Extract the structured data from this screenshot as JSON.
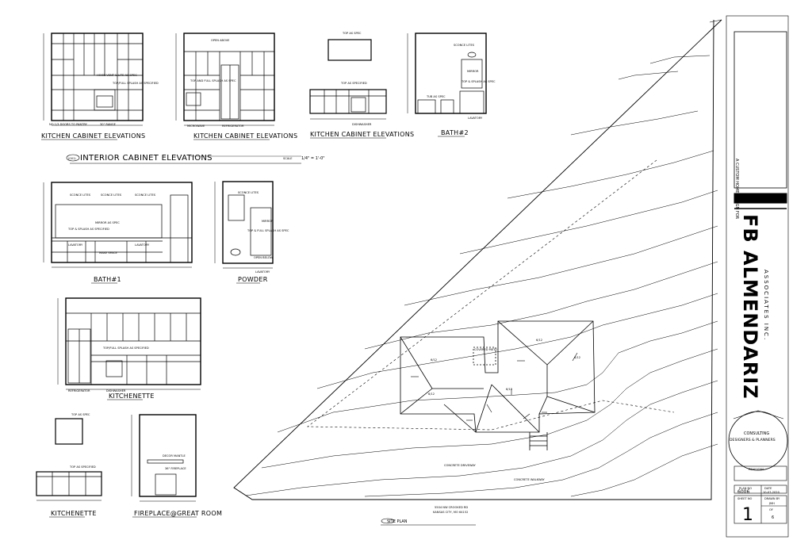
{
  "elevations": {
    "kitchen_1": {
      "title": "KITCHEN CABINET ELEVATIONS",
      "notes": [
        "HOOD VENT & LITE AS SPEC",
        "TOP/FULL SPLASH AS SPECIFIED",
        "NO 1/3 DOORS TO PANTRY",
        "30\" RANGE"
      ]
    },
    "kitchen_2": {
      "title": "KITCHEN CABINET ELEVATIONS",
      "notes": [
        "OPEN ABOVE",
        "TOP AND FULL SPLASH AS SPEC",
        "MICROWAVE",
        "REFRIGERATOR"
      ]
    },
    "kitchen_3": {
      "title": "KITCHEN CABINET ELEVATIONS",
      "notes": [
        "TOP AS SPEC",
        "TOP AS SPECIFIED",
        "DISHWASHER"
      ]
    },
    "bath_2": {
      "title": "BATH#2",
      "notes": [
        "SCONCE LITES",
        "MIRROR",
        "TOP & SPLASH AS SPEC",
        "TUB AS SPEC",
        "LAVATORY"
      ]
    },
    "bath_1": {
      "title": "BATH#1",
      "notes": [
        "SCONCE LITES",
        "MIRROR AS SPEC",
        "TOP & SPLASH AS SPECIFIED",
        "LAVATORY",
        "MAKE SPACE"
      ]
    },
    "powder": {
      "title": "POWDER",
      "notes": [
        "SCONCE LITES",
        "MIRROR",
        "TOP & FULL SPLASH AS SPEC",
        "OPEN BELOW",
        "LAVATORY"
      ]
    },
    "kitchenette_1": {
      "title": "KITCHENETTE",
      "notes": [
        "TOP/FULL SPLASH AS SPECIFIED",
        "REFRIGERATOR",
        "DISHWASHER"
      ]
    },
    "kitchenette_2": {
      "title": "KITCHENETTE",
      "notes": [
        "TOP AS SPEC",
        "TOP AS SPECIFIED"
      ]
    },
    "fireplace": {
      "title": "FIREPLACE@GREAT ROOM",
      "notes": [
        "DECOR MANTLE",
        "36\" FIREPLACE"
      ]
    }
  },
  "section_title": {
    "tag": "(001)",
    "text": "INTERIOR CABINET ELEVATIONS",
    "scale_label": "SCALE",
    "scale": "1/4\" = 1'-0\""
  },
  "site_plan": {
    "title": "SITE PLAN",
    "address_line1": "5504 NW CROOKED RD",
    "address_line2": "KANSAS CITY, MO 64152",
    "covered_patio": "COVERED PATIO",
    "driveway": "CONCRETE DRIVEWAY",
    "walkway": "CONCRETE WALKWAY",
    "pitch": "6/12"
  },
  "title_block": {
    "project_for": "A CUSTOM HOME DESIGN FOR",
    "firm_logo": "FB ALMENDARIZ",
    "firm_sub": "ASSOCIATES INC.",
    "consulting": "CONSULTING",
    "designers_planners": "DESIGNERS & PLANNERS",
    "revisions": "REVISIONS",
    "plan_no_label": "PLAN NO",
    "plan_no": "6006",
    "date_label": "DATE",
    "date": "10-07-2020",
    "sheet_no_label": "SHEET NO",
    "sheet_no": "1",
    "drawn_by_label": "DRAWN BY",
    "drawn_by": "JMH",
    "of_label": "OF",
    "total_sheets": "6"
  }
}
